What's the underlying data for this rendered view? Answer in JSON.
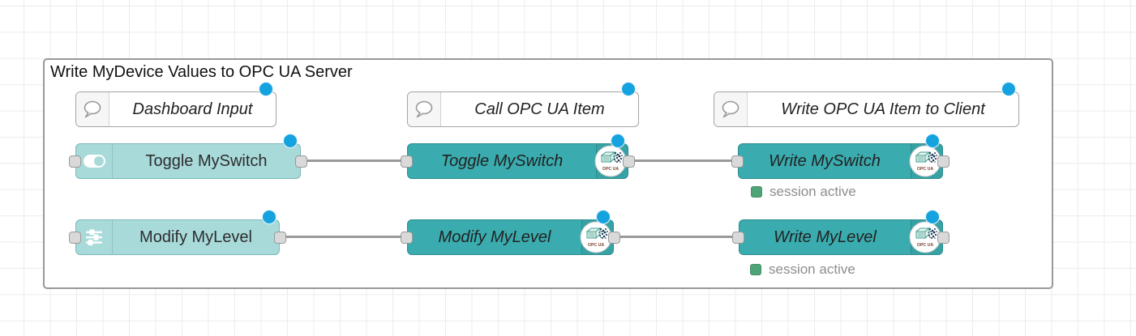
{
  "group": {
    "title": "Write MyDevice Values to OPC UA Server"
  },
  "comments": [
    {
      "label": "Dashboard Input"
    },
    {
      "label": "Call OPC UA Item"
    },
    {
      "label": "Write OPC UA Item to Client"
    }
  ],
  "nodes": {
    "dashboard": [
      {
        "label": "Toggle MySwitch",
        "icon": "toggle-switch-icon"
      },
      {
        "label": "Modify MyLevel",
        "icon": "sliders-icon"
      }
    ],
    "opc_call": [
      {
        "label": "Toggle MySwitch",
        "icon": "opc-ua-logo-icon"
      },
      {
        "label": "Modify MyLevel",
        "icon": "opc-ua-logo-icon"
      }
    ],
    "opc_write": [
      {
        "label": "Write MySwitch",
        "icon": "opc-ua-logo-icon",
        "status": "session active"
      },
      {
        "label": "Write MyLevel",
        "icon": "opc-ua-logo-icon",
        "status": "session active"
      }
    ]
  },
  "badge": {
    "label": "OPC UA"
  },
  "colors": {
    "ui_node": "#a9dada",
    "opc_node": "#3aabae",
    "wire": "#999999",
    "changed_dot": "#15a3e0",
    "status_green": "#4fa378",
    "group_border": "#999999"
  }
}
